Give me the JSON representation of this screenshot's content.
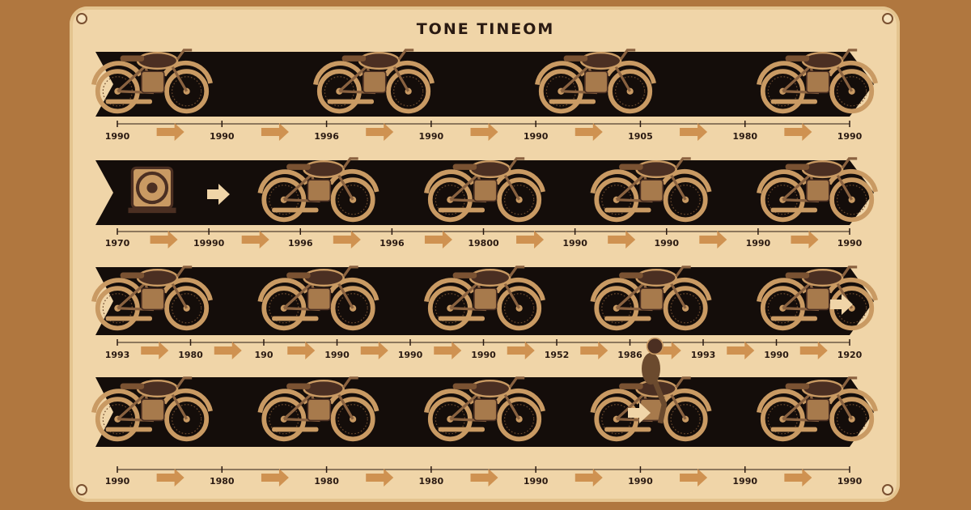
{
  "title": "TONE TINEOM",
  "colors": {
    "background": "#b0773f",
    "poster": "#f0d5a8",
    "band": "#140d0a",
    "arrow": "#cf9251",
    "bike_body": "#c99a63",
    "bike_tank": "#4b2f22",
    "text": "#2a1a12"
  },
  "rows": [
    {
      "years": [
        "1990",
        "1990",
        "1996",
        "1990",
        "1990",
        "1905",
        "1980",
        "1990"
      ],
      "bikes": [
        "motorcycle",
        "motorcycle",
        "motorcycle",
        "motorcycle"
      ]
    },
    {
      "years": [
        "1970",
        "19990",
        "1996",
        "1996",
        "19800",
        "1990",
        "1990",
        "1990",
        "1990"
      ],
      "bikes": [
        "engine",
        "motorcycle",
        "motorcycle",
        "motorcycle",
        "motorcycle"
      ]
    },
    {
      "years": [
        "1993",
        "1980",
        "190",
        "1990",
        "1990",
        "1990",
        "1952",
        "1986",
        "1993",
        "1990",
        "1920"
      ],
      "bikes": [
        "motorcycle",
        "motorcycle",
        "motorcycle",
        "motorcycle",
        "motorcycle"
      ]
    },
    {
      "years": [
        "1990",
        "1980",
        "1980",
        "1980",
        "1990",
        "1990",
        "1990",
        "1990"
      ],
      "bikes": [
        "motorcycle",
        "motorcycle",
        "motorcycle",
        "motorcycle-with-rider",
        "motorcycle"
      ]
    }
  ]
}
